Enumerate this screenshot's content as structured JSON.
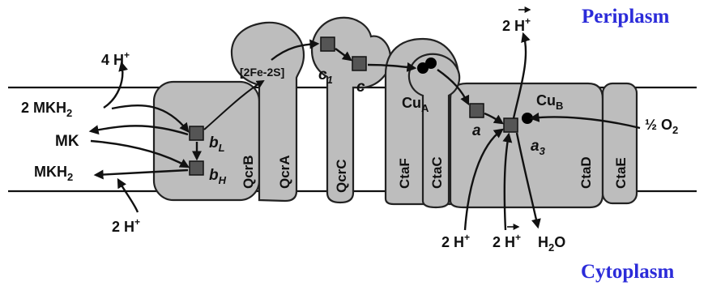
{
  "compartments": {
    "top": "Periplasm",
    "bottom": "Cytoplasm"
  },
  "proteins": [
    "QcrB",
    "QcrA",
    "QcrC",
    "CtaF",
    "CtaC",
    "CtaD",
    "CtaE"
  ],
  "cofactors": {
    "bL": {
      "base": "b",
      "sub": "L"
    },
    "bH": {
      "base": "b",
      "sub": "H"
    },
    "fes": "[2Fe-2S]",
    "c1": {
      "base": "c",
      "sub": "1"
    },
    "c": "c",
    "cuA": {
      "base": "Cu",
      "sub": "A"
    },
    "a": "a",
    "cuB": {
      "base": "Cu",
      "sub": "B"
    },
    "a3": {
      "base": "a",
      "sub": "3"
    }
  },
  "labels": {
    "h4": {
      "base": "4 H",
      "sup": "+"
    },
    "mkh2_top": {
      "base": "2 MKH",
      "sub": "2"
    },
    "mk": "MK",
    "mkh2_bottom": {
      "base": "MKH",
      "sub": "2"
    },
    "h2_left": {
      "base": "2 H",
      "sup": "+"
    },
    "h2_peri": {
      "base": "2 H",
      "sup": "+"
    },
    "o2": {
      "base": "½ O",
      "sub": "2"
    },
    "h2_sub": {
      "base": "2 H",
      "sup": "+"
    },
    "h2_pump": {
      "base": "2 H",
      "sup": "+"
    },
    "h2o": {
      "base": "H",
      "sub": "2",
      "tail": "O"
    }
  },
  "colors": {
    "protein_fill": "#bdbdbd",
    "compartment_text": "#2b2bd9",
    "cofactor": "#555555"
  }
}
